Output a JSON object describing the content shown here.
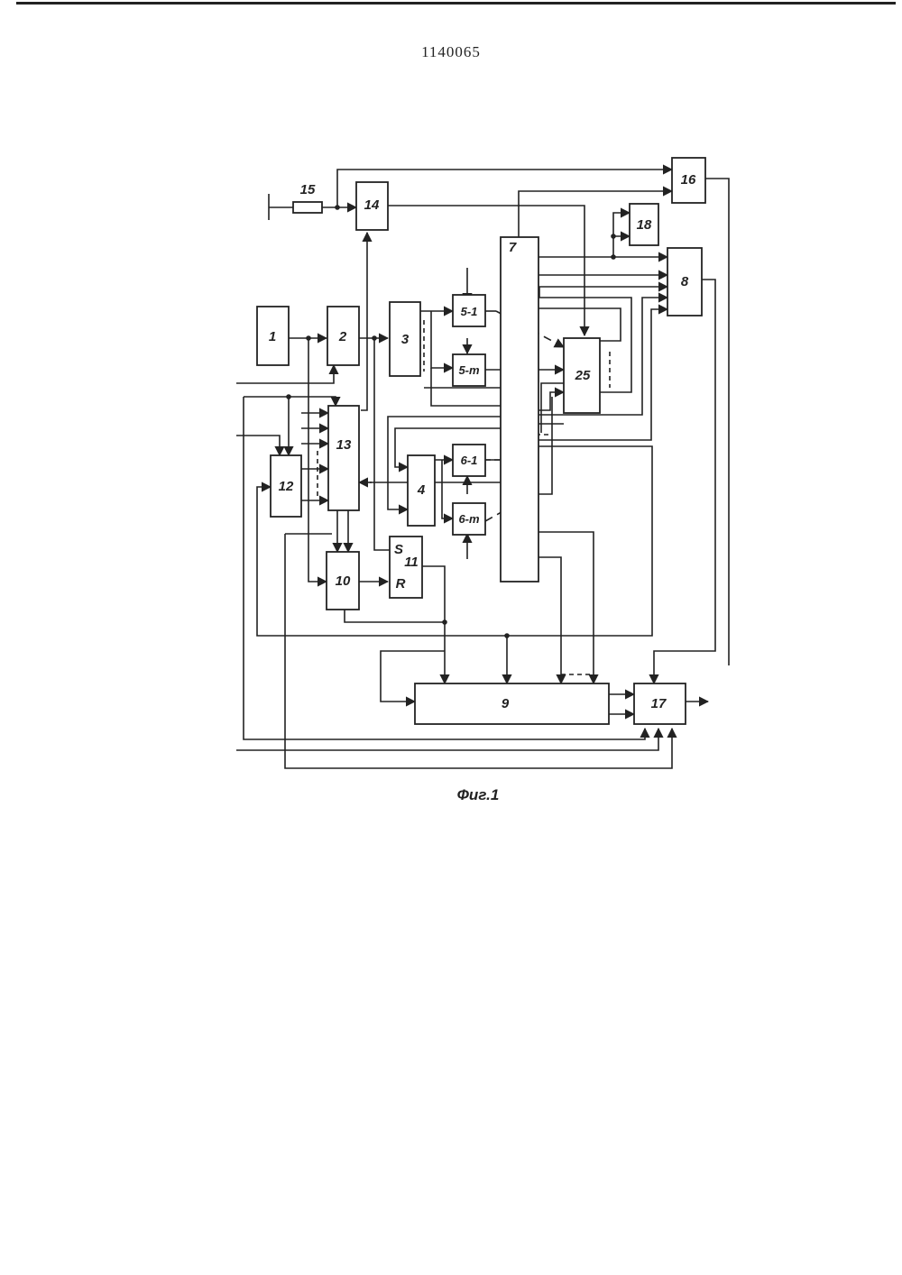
{
  "document": {
    "patent_number": "1140065",
    "caption": "Фиг.1"
  },
  "diagram": {
    "blocks": {
      "b1": "1",
      "b2": "2",
      "b3": "3",
      "b4": "4",
      "b5_1": "5-1",
      "b5_m": "5-m",
      "b6_1": "6-1",
      "b6_m": "6-m",
      "b7": "7",
      "b8": "8",
      "b9": "9",
      "b10": "10",
      "b11": "11",
      "b11_s": "S",
      "b11_r": "R",
      "b12": "12",
      "b13": "13",
      "b14": "14",
      "b15": "15",
      "b16": "16",
      "b17": "17",
      "b18": "18",
      "b25": "25"
    },
    "stroke_color": "#222222"
  }
}
